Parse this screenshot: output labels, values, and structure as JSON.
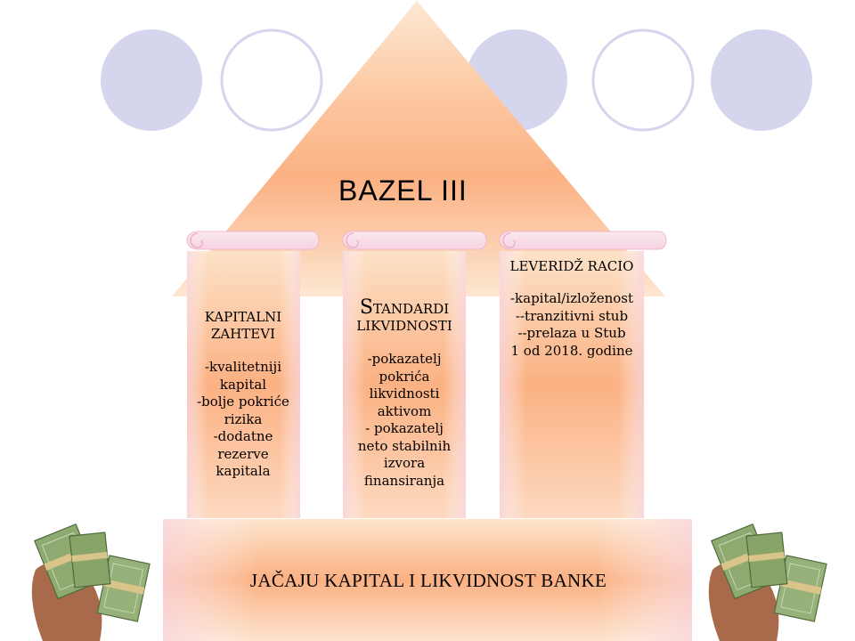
{
  "colors": {
    "circle_filled": "#d5d5ee",
    "circle_outline": "#d5d5ee",
    "peach_top": "#fde4cc",
    "peach_mid": "#fbb183",
    "pink_edge": "#f7d2e2",
    "money_green": "#8faa70",
    "skin": "#a86a4a"
  },
  "roof": {
    "label": "BAZEL  III"
  },
  "pillars": [
    {
      "title_lines": [
        "KAPITALNI",
        "ZAHTEVI"
      ],
      "body_lines": [
        "-kvalitetniji",
        "kapital",
        "-bolje pokriće",
        "rizika",
        "-dodatne",
        "rezerve",
        "kapitala"
      ]
    },
    {
      "title_first_letter": "S",
      "title_rest": "TANDARDI",
      "title_line2": "LIKVIDNOSTI",
      "body_lines": [
        "-pokazatelj",
        "pokrića",
        "likvidnosti",
        "aktivom",
        "- pokazatelj",
        "neto stabilnih",
        "izvora",
        "finansiranja"
      ]
    },
    {
      "title_lines": [
        "LEVERIDŽ RACIO"
      ],
      "body_lines": [
        "-kapital/izloženost",
        "--tranzitivni stub",
        "--prelaza u Stub",
        "1 od 2018. godine"
      ]
    }
  ],
  "base": {
    "label": "JAČAJU KAPITAL I  LIKVIDNOST BANKE"
  },
  "decorations": {
    "left_image": "money-in-hands",
    "right_image": "money-in-hands"
  }
}
